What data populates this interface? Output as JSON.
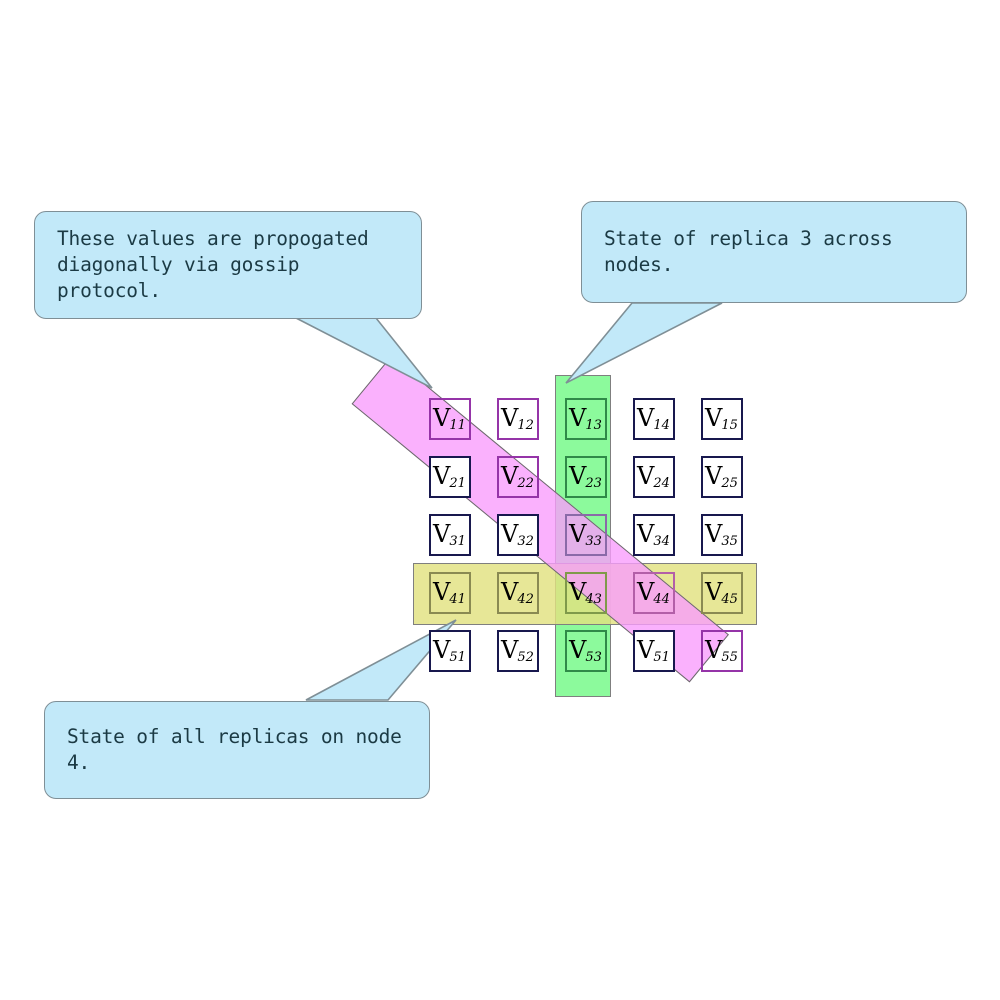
{
  "diagram": {
    "title": "Replica state grid with gossip propagation",
    "colors": {
      "callout_fill": "#c2e9f9",
      "callout_border": "#7f8f96",
      "cell_border": "#18184e",
      "band_green": "#8cfa9c",
      "band_yellow": "#e2e280",
      "band_pink": "#f99efc",
      "band_border": "#7f7f7f",
      "text": "#000000"
    },
    "callouts": [
      {
        "id": "diagonal",
        "text": "These values are propogated\ndiagonally via gossip protocol.",
        "points_to": "V11"
      },
      {
        "id": "replica3",
        "text": "State of replica 3 across nodes.",
        "points_to": "V13"
      },
      {
        "id": "node4",
        "text": "State of all replicas on node 4.",
        "points_to": "V41"
      }
    ],
    "bands": [
      {
        "id": "green-column",
        "label": "replica-3-column",
        "orientation": "vertical",
        "color": "#8cfa9c",
        "covers": [
          "V13",
          "V23",
          "V33",
          "V43",
          "V53"
        ]
      },
      {
        "id": "yellow-row",
        "label": "node-4-row",
        "orientation": "horizontal",
        "color": "#e2e280",
        "covers": [
          "V41",
          "V42",
          "V43",
          "V44",
          "V45"
        ]
      },
      {
        "id": "pink-diagonal",
        "label": "gossip-diagonal",
        "orientation": "diagonal",
        "color": "#f99efc",
        "covers": [
          "V11",
          "V22",
          "V33",
          "V44",
          "V55"
        ]
      }
    ],
    "grid": {
      "rows": 5,
      "cols": 5,
      "cells": [
        [
          {
            "v": "V",
            "sub": "11",
            "highlight": "pink"
          },
          {
            "v": "V",
            "sub": "12",
            "highlight": "pink-edge"
          },
          {
            "v": "V",
            "sub": "13",
            "highlight": "green"
          },
          {
            "v": "V",
            "sub": "14",
            "highlight": "none"
          },
          {
            "v": "V",
            "sub": "15",
            "highlight": "none"
          }
        ],
        [
          {
            "v": "V",
            "sub": "21",
            "highlight": "none"
          },
          {
            "v": "V",
            "sub": "22",
            "highlight": "pink"
          },
          {
            "v": "V",
            "sub": "23",
            "highlight": "green"
          },
          {
            "v": "V",
            "sub": "24",
            "highlight": "none"
          },
          {
            "v": "V",
            "sub": "25",
            "highlight": "none"
          }
        ],
        [
          {
            "v": "V",
            "sub": "31",
            "highlight": "none"
          },
          {
            "v": "V",
            "sub": "32",
            "highlight": "none"
          },
          {
            "v": "V",
            "sub": "33",
            "highlight": "pink-green"
          },
          {
            "v": "V",
            "sub": "34",
            "highlight": "none"
          },
          {
            "v": "V",
            "sub": "35",
            "highlight": "none"
          }
        ],
        [
          {
            "v": "V",
            "sub": "41",
            "highlight": "yellow"
          },
          {
            "v": "V",
            "sub": "42",
            "highlight": "yellow"
          },
          {
            "v": "V",
            "sub": "43",
            "highlight": "green-yellow"
          },
          {
            "v": "V",
            "sub": "44",
            "highlight": "pink-yellow"
          },
          {
            "v": "V",
            "sub": "45",
            "highlight": "yellow"
          }
        ],
        [
          {
            "v": "V",
            "sub": "51",
            "highlight": "none"
          },
          {
            "v": "V",
            "sub": "52",
            "highlight": "none"
          },
          {
            "v": "V",
            "sub": "53",
            "highlight": "green"
          },
          {
            "v": "V",
            "sub": "51",
            "highlight": "none"
          },
          {
            "v": "V",
            "sub": "55",
            "highlight": "pink"
          }
        ]
      ]
    }
  }
}
